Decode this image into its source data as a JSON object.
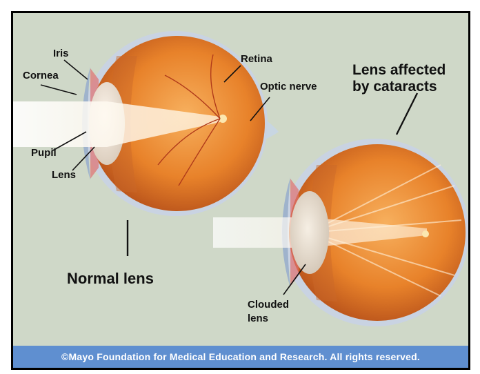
{
  "labels": {
    "iris": "Iris",
    "cornea": "Cornea",
    "pupil": "Pupil",
    "lens": "Lens",
    "retina": "Retina",
    "optic_nerve": "Optic nerve",
    "normal_lens": "Normal lens",
    "cataract_line1": "Lens affected",
    "cataract_line2": "by cataracts",
    "clouded_line1": "Clouded",
    "clouded_line2": "lens"
  },
  "footer": "©Mayo Foundation for Medical Education and Research.  All rights reserved.",
  "colors": {
    "background": "#cfd8c8",
    "eyeball": "#e8822a",
    "sclera_rim": "#c9d3e2",
    "footer_band": "#5f8fd0",
    "light_beam": "#f6eee2"
  }
}
